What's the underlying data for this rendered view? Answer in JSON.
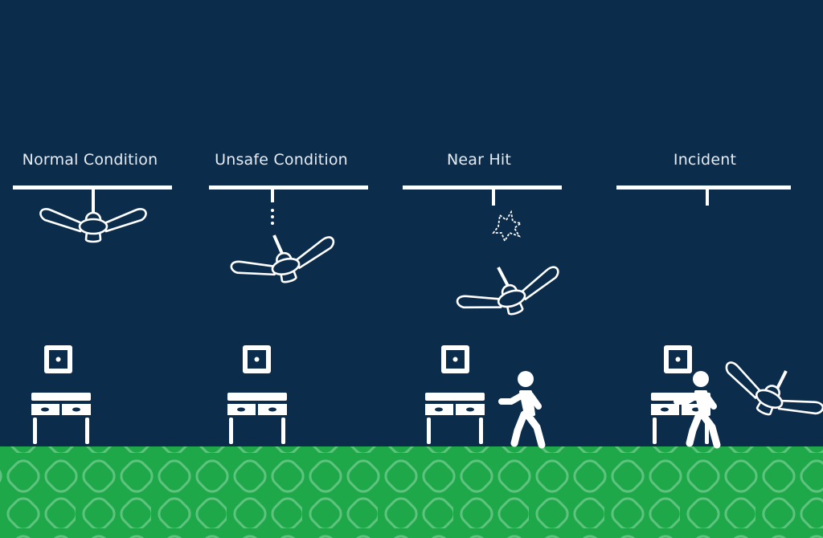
{
  "stages": [
    {
      "label": "Normal Condition"
    },
    {
      "label": "Unsafe Condition"
    },
    {
      "label": "Near Hit"
    },
    {
      "label": "Incident"
    }
  ],
  "colors": {
    "background": "#0b2c4a",
    "floor": "#1fa84a",
    "floor_pattern": "#6cc98a",
    "line": "#ffffff"
  },
  "icons": [
    "ceiling-fan-icon",
    "picture-frame-icon",
    "console-table-icon",
    "walking-person-icon",
    "impact-burst-icon"
  ]
}
